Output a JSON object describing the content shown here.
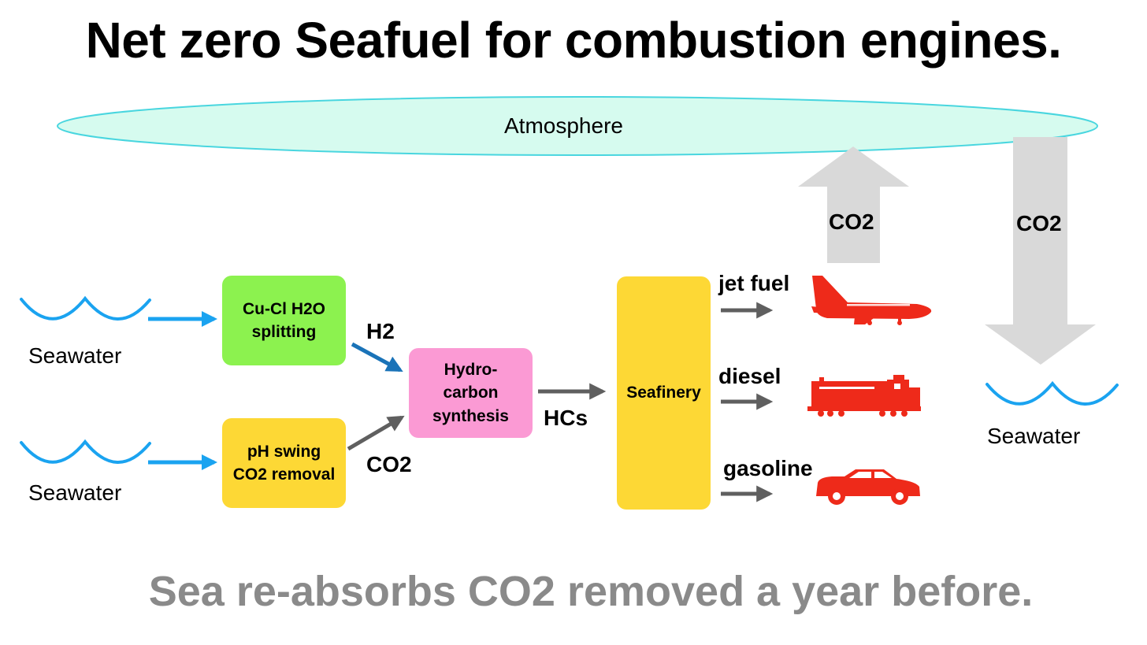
{
  "title": "Net zero Seafuel for combustion engines.",
  "footer": "Sea re-absorbs CO2 removed a year before.",
  "atmosphere": "Atmosphere",
  "seawater_labels": [
    "Seawater",
    "Seawater",
    "Seawater"
  ],
  "boxes": {
    "splitting": "Cu-Cl H2O\nsplitting",
    "ph_swing": "pH swing\nCO2 removal",
    "synthesis": "Hydro-\ncarbon\nsynthesis",
    "seafinery": "Seafinery"
  },
  "flow_labels": {
    "h2": "H2",
    "co2_in": "CO2",
    "hcs": "HCs",
    "co2_up": "CO2",
    "co2_down": "CO2"
  },
  "products": [
    "jet fuel",
    "diesel",
    "gasoline"
  ],
  "icons": [
    "airplane-icon",
    "locomotive-icon",
    "car-icon"
  ],
  "colors": {
    "atmosphere_fill": "#d6fbef",
    "atmosphere_stroke": "#49d6df",
    "splitting": "#8cf24f",
    "ph_swing": "#fdd835",
    "synthesis": "#fb9ad4",
    "seafinery": "#fdd835",
    "water": "#1aa3f0",
    "vehicle": "#ee2a1a",
    "big_arrow": "#d9d9d9",
    "small_arrow": "#5f5f5f",
    "h2_arrow": "#1a73b8",
    "footer": "#8a8a8a"
  }
}
